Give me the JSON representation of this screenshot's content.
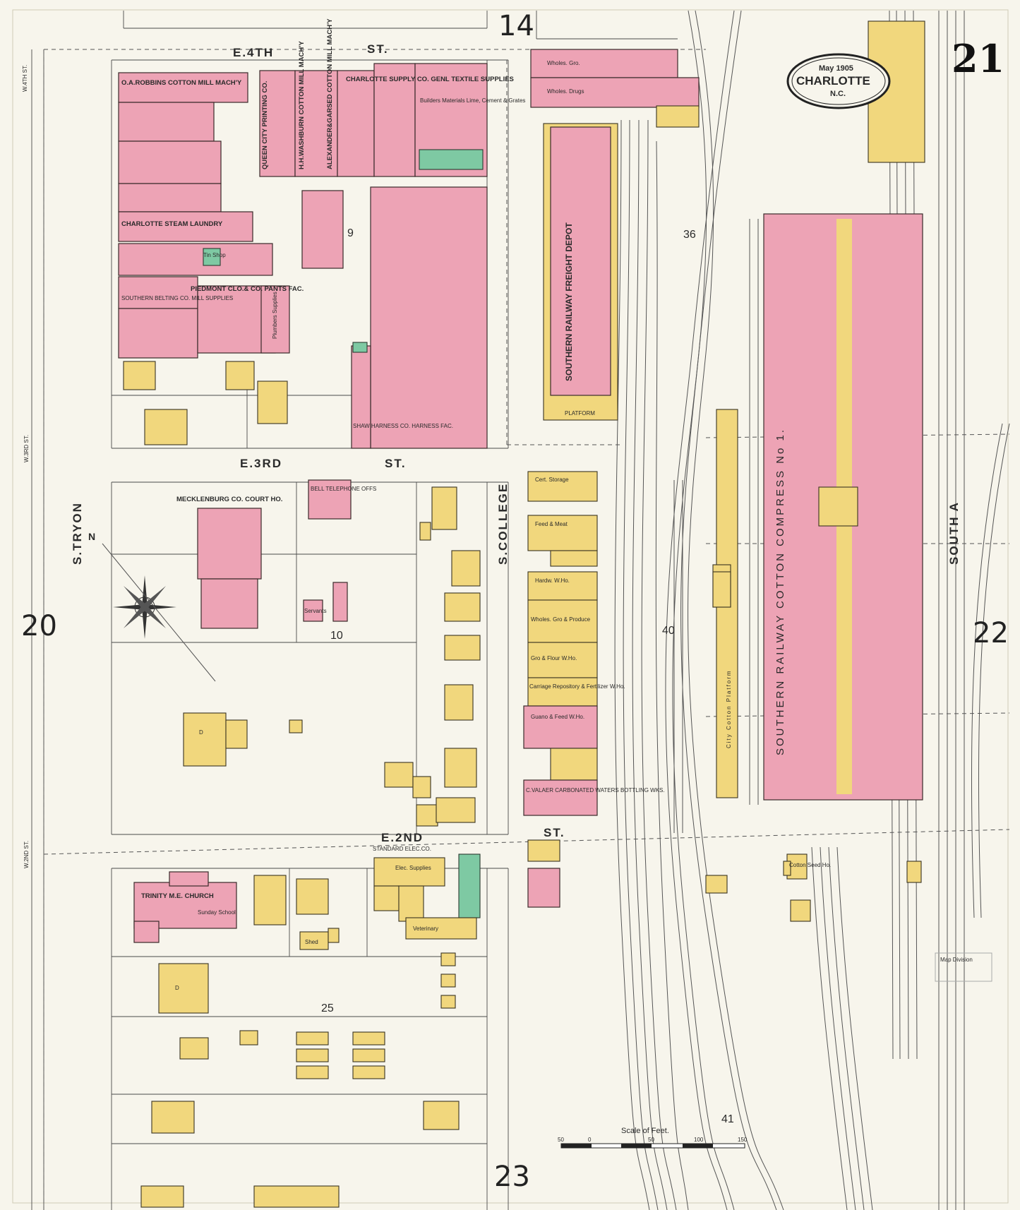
{
  "sheet": {
    "number": "21",
    "date": "May 1905",
    "city": "CHARLOTTE",
    "state": "N.C."
  },
  "adjoining_sheets": {
    "north": "14",
    "west": "20",
    "east": "22",
    "south": "23"
  },
  "streets": {
    "e4th": "E.4TH",
    "e4th_st": "ST.",
    "e3rd": "E.3RD",
    "e3rd_st": "ST.",
    "e2nd": "E.2ND",
    "e2nd_st": "ST.",
    "s_tryon": "S.TRYON",
    "s_college": "S.COLLEGE",
    "south_a": "SOUTH A",
    "w4th": "W.4TH ST.",
    "w3rd": "W.3RD ST.",
    "w2nd": "W.2ND ST."
  },
  "blocks": {
    "b9": "9",
    "b10": "10",
    "b25": "25",
    "b36": "36",
    "b40": "40",
    "b41": "41"
  },
  "buildings": {
    "robbins": "O.A.ROBBINS COTTON MILL MACH'Y",
    "queen_city": "QUEEN CITY PRINTING CO.",
    "washburn": "H.H.WASHBURN COTTON MILL MACH'Y",
    "alexander": "ALEXANDER&GARSED COTTON MILL MACH'Y",
    "charlotte_supply": "CHARLOTTE SUPPLY CO. GENL TEXTILE SUPPLIES",
    "builders": "Builders Materials Lime, Cement & Grates",
    "laundry": "CHARLOTTE STEAM LAUNDRY",
    "piedmont": "PIEDMONT CLO.& CO. PANTS FAC.",
    "southern_belt": "SOUTHERN BELTING CO. MILL SUPPLIES",
    "tin_shop": "Tin Shop",
    "plumbers": "Plumbers Supplies",
    "harness": "SHAW HARNESS CO. HARNESS FAC.",
    "wholes_gro": "Wholes. Gro.",
    "wholes_drugs": "Wholes. Drugs",
    "freight_depot": "SOUTHERN RAILWAY FREIGHT DEPOT",
    "platform": "PLATFORM",
    "compress": "SOUTHERN RAILWAY COTTON COMPRESS No 1.",
    "court_house": "MECKLENBURG CO. COURT HO.",
    "bell": "BELL TELEPHONE OFFS",
    "servants": "Servants",
    "cert_storage": "Cert. Storage",
    "feed_meat": "Feed & Meat",
    "hardw": "Hardw. W.Ho.",
    "wholes_gro_produce": "Wholes. Gro & Produce",
    "gro_flour": "Gro & Flour W.Ho.",
    "carriage": "Carriage Repository & Fertilizer W.Ho.",
    "guano": "Guano & Feed W.Ho.",
    "valaer": "C.VALAER CARBONATED WATERS BOTTLING WKS.",
    "trinity": "TRINITY M.E. CHURCH",
    "sunday": "Sunday School",
    "standard_elec": "STANDARD ELEC.CO.",
    "elec_supplies": "Elec. Supplies",
    "veterinary": "Veterinary",
    "shed": "Shed",
    "cotton_seed": "Cotton Seed Ho.",
    "city_cotton_platform": "City Cotton Platform",
    "dwelling": "D"
  },
  "scale": {
    "title": "Scale of Feet.",
    "ticks": [
      "50",
      "0",
      "50",
      "100",
      "150"
    ]
  },
  "stamp": "Map Division",
  "compass": "N",
  "colors": {
    "brick": "#eda3b5",
    "frame": "#f1d77d",
    "stone": "#7ec9a3",
    "paper": "#f7f5ec"
  }
}
